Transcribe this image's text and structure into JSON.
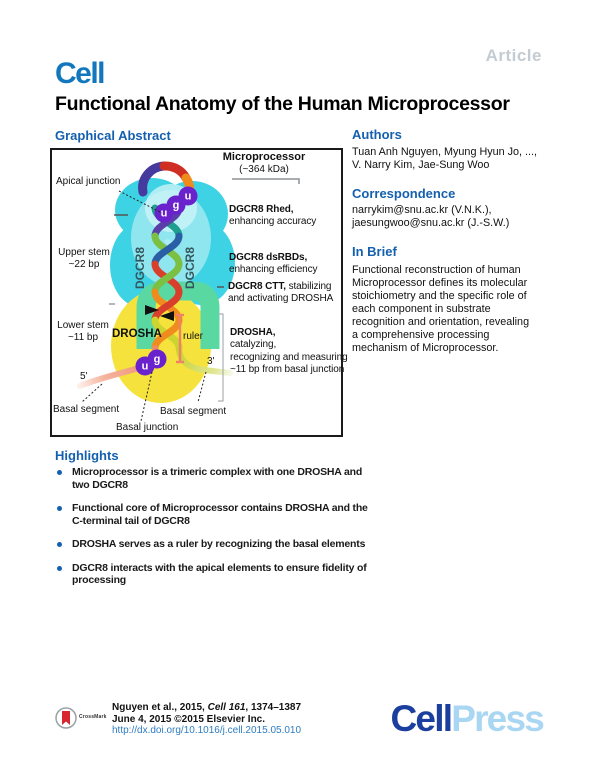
{
  "article_label": "Article",
  "masthead": {
    "journal": "Cell",
    "title": "Functional Anatomy of the Human Microprocessor"
  },
  "graphical_abstract": {
    "heading": "Graphical Abstract",
    "complex": {
      "name": "Microprocessor",
      "mass": "(~364 kDa)"
    },
    "rna_labels": {
      "apical_junction": "Apical junction",
      "upper_stem": "Upper stem",
      "upper_stem_bp": "~22 bp",
      "lower_stem": "Lower stem",
      "lower_stem_bp": "~11 bp",
      "five_prime": "5'",
      "three_prime": "3'",
      "basal_segment_left": "Basal segment",
      "basal_segment_right": "Basal segment",
      "basal_junction": "Basal junction"
    },
    "proteins": {
      "dgcr8_left": "DGCR8",
      "dgcr8_right": "DGCR8",
      "drosha": "DROSHA",
      "ruler": "ruler"
    },
    "motifs": {
      "apical_u1": "u",
      "apical_g": "g",
      "apical_u2": "u",
      "basal_u": "u",
      "basal_g": "g"
    },
    "annotations": {
      "rhed": {
        "title": "DGCR8 Rhed,",
        "line2": "enhancing accuracy"
      },
      "dsrbd": {
        "title": "DGCR8 dsRBDs,",
        "line2": "enhancing efficiency"
      },
      "ctt": {
        "title": "DGCR8 CTT,",
        "rest": " stabilizing",
        "line2": "and activating DROSHA"
      },
      "drosha": {
        "title": "DROSHA,",
        "line2": "catalyzing,",
        "line3": "recognizing and measuring",
        "line4": "~11 bp from basal junction"
      }
    }
  },
  "authors": {
    "heading": "Authors",
    "line1": "Tuan Anh Nguyen, Myung Hyun Jo, ...,",
    "line2": "V. Narry Kim, Jae-Sung Woo"
  },
  "correspondence": {
    "heading": "Correspondence",
    "email1": "narrykim@snu.ac.kr (V.N.K.),",
    "email2": "jaesungwoo@snu.ac.kr (J.-S.W.)"
  },
  "in_brief": {
    "heading": "In Brief",
    "text": "Functional reconstruction of human Microprocessor defines its molecular stoichiometry and the specific role of each component in substrate recognition and orientation, revealing a comprehensive processing mechanism of Microprocessor."
  },
  "highlights": {
    "heading": "Highlights",
    "items": [
      {
        "text": "Microprocessor is a trimeric complex with one DROSHA and two DGCR8"
      },
      {
        "text": "Functional core of Microprocessor contains DROSHA and the C-terminal tail of DGCR8"
      },
      {
        "text": "DROSHA serves as a ruler by recognizing the basal elements"
      },
      {
        "text": "DGCR8 interacts with the apical elements to ensure fidelity of processing"
      }
    ]
  },
  "footer": {
    "crossmark": "CrossMark",
    "citation_pre": "Nguyen et al., 2015, ",
    "citation_journal": "Cell 161",
    "citation_post": ", 1374–1387",
    "date_line": "June 4, 2015 ©2015 Elsevier Inc.",
    "doi": "http://dx.doi.org/10.1016/j.cell.2015.05.010",
    "publisher": {
      "part1": "Cell",
      "part2": "Press"
    }
  },
  "palette": {
    "heading_blue": "#1560ae",
    "cell_logo_blue": "#1377bd",
    "article_gray": "#c2ccd2",
    "link_blue": "#2e7cc0",
    "cellpress_dark": "#1b3f9e",
    "cellpress_light": "#a9d6f2",
    "figure_cyan": "#3ed3e4",
    "figure_cyan_light": "#9fe9f1",
    "figure_yellow": "#f6e23c",
    "figure_green": "#5ad8a2",
    "figure_purple": "#6a22cc",
    "ruler_coral": "#ef8168",
    "crossmark_red": "#d7282f"
  }
}
